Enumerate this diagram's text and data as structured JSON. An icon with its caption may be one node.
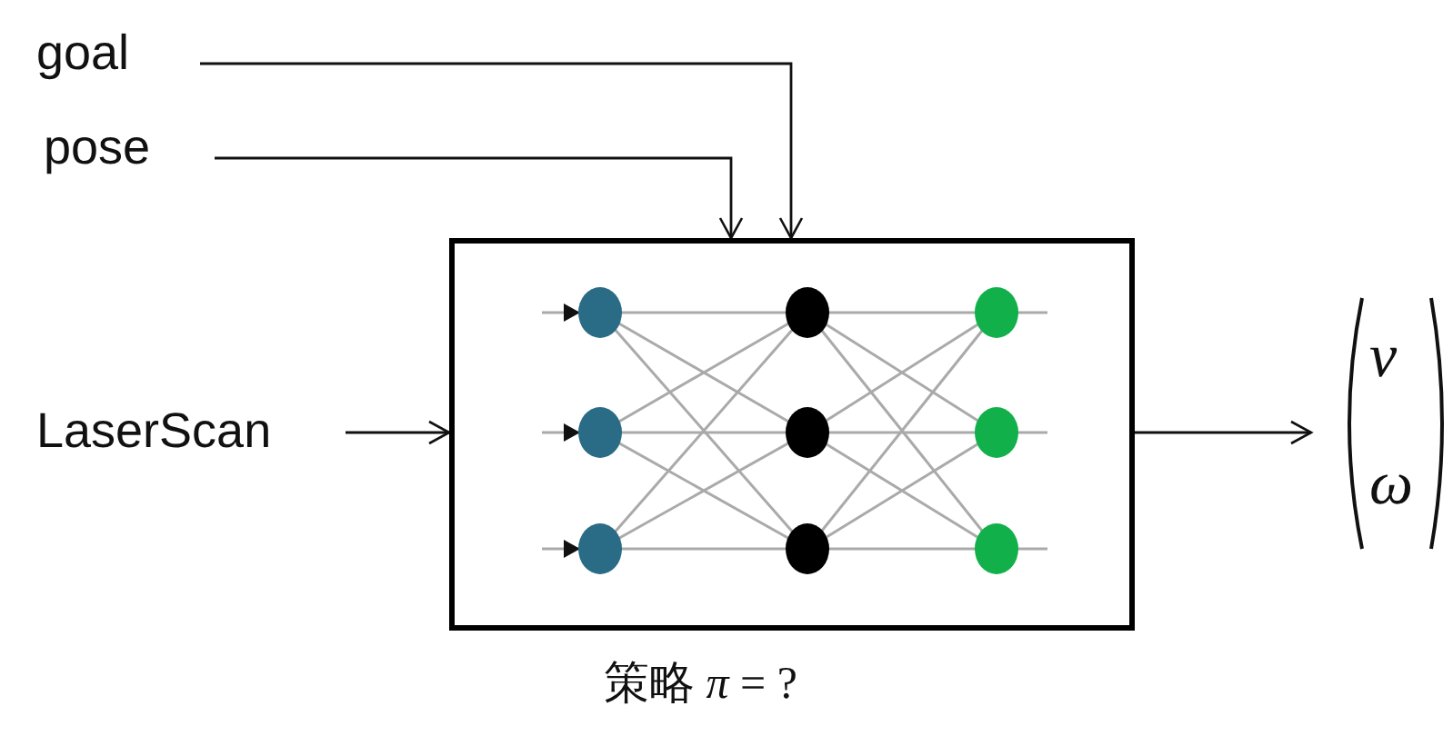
{
  "diagram": {
    "nodes": [
      {
        "text": [
          "goal"
        ]
      },
      {
        "text": [
          "pose"
        ]
      },
      {
        "text": [
          "LaserScan"
        ]
      },
      {
        "text": [],
        "shape": "box",
        "beside": [
          "策略 *π* = ?"
        ]
      },
      {
        "text": [
          "*v*",
          "*ω*"
        ]
      }
    ],
    "edges": [
      {
        "from": 0,
        "to": 3,
        "arrow": "to"
      },
      {
        "from": 1,
        "to": 3,
        "arrow": "to"
      },
      {
        "from": 2,
        "to": 3,
        "arrow": "to"
      },
      {
        "from": 3,
        "to": 4,
        "arrow": "to"
      }
    ]
  }
}
